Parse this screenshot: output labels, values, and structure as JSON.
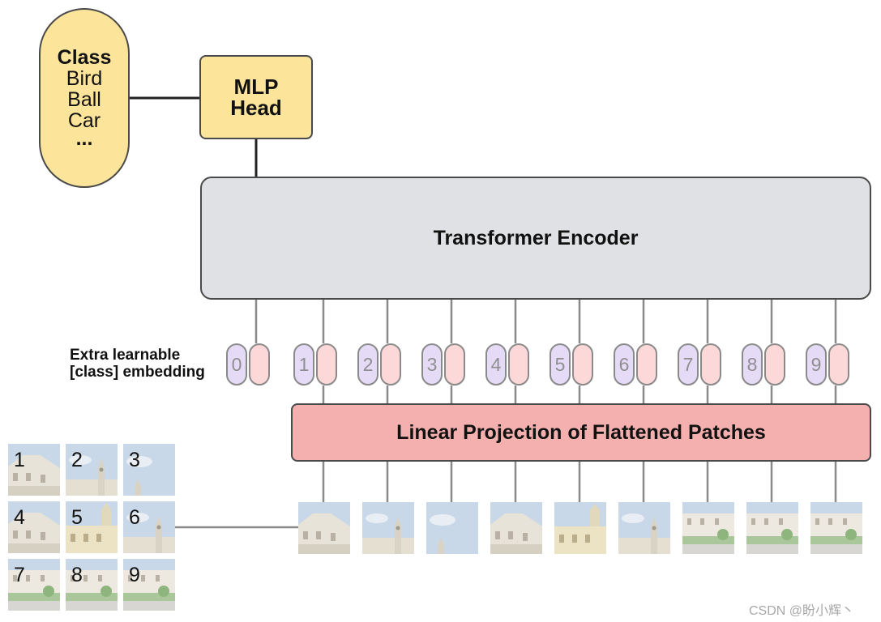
{
  "class_output": {
    "title": "Class",
    "items": [
      "Bird",
      "Ball",
      "Car"
    ],
    "ellipsis": "..."
  },
  "mlp_head": {
    "line1": "MLP",
    "line2": "Head"
  },
  "encoder": {
    "label": "Transformer Encoder"
  },
  "projection": {
    "label": "Linear Projection of Flattened Patches"
  },
  "extra_embedding": {
    "line1": "Extra learnable",
    "line2": "[class] embedding"
  },
  "position_tokens": [
    "0",
    "1",
    "2",
    "3",
    "4",
    "5",
    "6",
    "7",
    "8",
    "9"
  ],
  "image_grid": [
    "1",
    "2",
    "3",
    "4",
    "5",
    "6",
    "7",
    "8",
    "9"
  ],
  "patch_scenes": [
    "building",
    "tower",
    "tower-top",
    "building",
    "building-tower",
    "tower",
    "garden",
    "garden",
    "garden"
  ],
  "watermark": "CSDN @盼小辉丶",
  "colors": {
    "yellow": "#fce59a",
    "encoder_gray": "#e0e1e4",
    "projection_pink": "#f4b0ae",
    "position_purple": "#e6dbf7",
    "patch_pink": "#fcd9d8",
    "sky": "#ccd9e6"
  }
}
